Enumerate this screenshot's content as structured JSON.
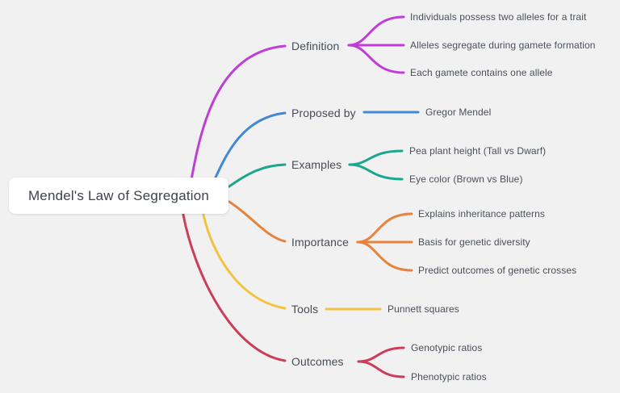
{
  "title": "Mendel's Law of Segregation mind map",
  "colors": {
    "background": "#f1f1f2",
    "root_node_bg": "#ffffff",
    "text": "#474c55"
  },
  "root": {
    "label": "Mendel's Law of Segregation"
  },
  "branches": [
    {
      "label": "Definition",
      "color": "#bf3ed6",
      "children": [
        "Individuals possess two alleles for a trait",
        "Alleles segregate during gamete formation",
        "Each gamete contains one allele"
      ]
    },
    {
      "label": "Proposed by",
      "color": "#4289d5",
      "children": [
        "Gregor Mendel"
      ]
    },
    {
      "label": "Examples",
      "color": "#1ba78d",
      "children": [
        "Pea plant height (Tall vs Dwarf)",
        "Eye color (Brown vs Blue)"
      ]
    },
    {
      "label": "Importance",
      "color": "#e6833c",
      "children": [
        "Explains inheritance patterns",
        "Basis for genetic diversity",
        "Predict outcomes of genetic crosses"
      ]
    },
    {
      "label": "Tools",
      "color": "#f2c33f",
      "children": [
        "Punnett squares"
      ]
    },
    {
      "label": "Outcomes",
      "color": "#cb3d59",
      "children": [
        "Genotypic ratios",
        "Phenotypic ratios"
      ]
    }
  ]
}
